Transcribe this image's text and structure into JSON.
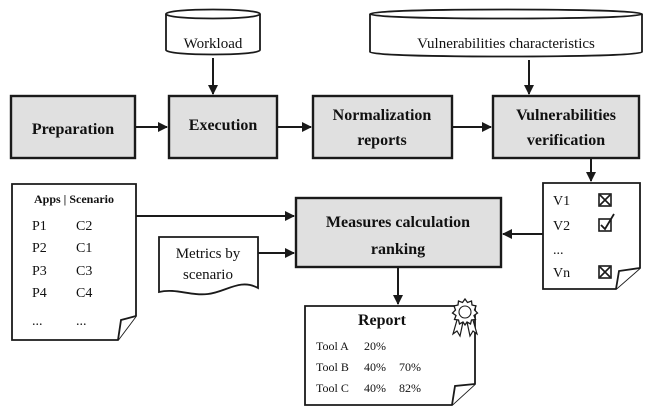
{
  "inputs": {
    "workload": "Workload",
    "vuln_characteristics": "Vulnerabilities characteristics"
  },
  "steps": {
    "preparation": "Preparation",
    "execution": "Execution",
    "normalization": [
      "Normalization",
      "reports"
    ],
    "verification": [
      "Vulnerabilities",
      "verification"
    ],
    "measures": [
      "Measures calculation",
      "ranking"
    ]
  },
  "apps_doc": {
    "header": "Apps | Scenario",
    "rows": [
      [
        "P1",
        "C2"
      ],
      [
        "P2",
        "C1"
      ],
      [
        "P3",
        "C3"
      ],
      [
        "P4",
        "C4"
      ],
      [
        "...",
        "..."
      ]
    ]
  },
  "metrics_doc": [
    "Metrics by",
    "scenario"
  ],
  "checklist": {
    "items": [
      {
        "label": "V1",
        "mark": "x-box-icon"
      },
      {
        "label": "V2",
        "mark": "check-box-icon"
      },
      {
        "label": "...",
        "mark": ""
      },
      {
        "label": "Vn",
        "mark": "x-box-icon"
      }
    ]
  },
  "report": {
    "title": "Report",
    "rows": [
      {
        "tool": "Tool A",
        "values": [
          "20%"
        ]
      },
      {
        "tool": "Tool B",
        "values": [
          "40%",
          "70%"
        ]
      },
      {
        "tool": "Tool C",
        "values": [
          "40%",
          "82%"
        ]
      }
    ],
    "badge_icon": "award-ribbon-icon"
  }
}
